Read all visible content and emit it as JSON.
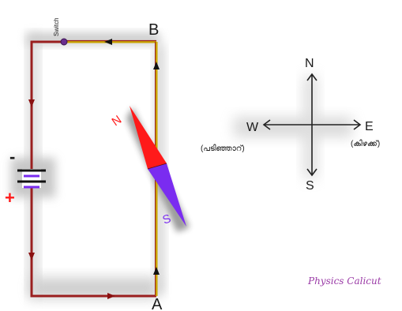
{
  "circuit": {
    "switch_label": "Switch",
    "corner_b": "B",
    "corner_a": "A",
    "battery_negative": "-",
    "battery_positive": "+",
    "wire_color": "#9a1f1f",
    "right_wire_color": "#c9a400"
  },
  "needle": {
    "north_label": "N",
    "south_label": "S",
    "north_color": "#ff1a1a",
    "south_color": "#7a2cf0"
  },
  "compass": {
    "north": "N",
    "south": "S",
    "west": "W",
    "east": "E",
    "west_local": "(പടിഞ്ഞാറ്)",
    "east_local": "(കിഴക്ക്)"
  },
  "credit": "Physics Calicut"
}
